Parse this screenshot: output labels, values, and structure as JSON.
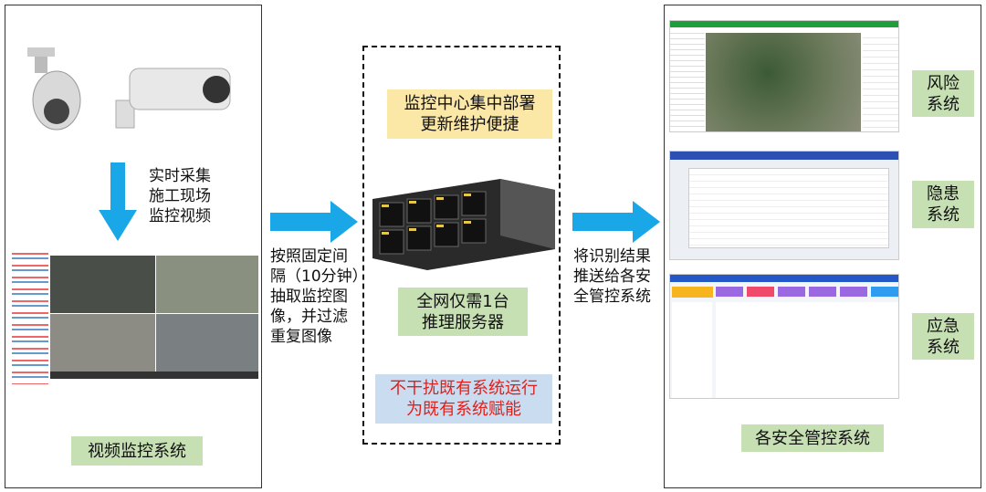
{
  "left": {
    "capture_text": [
      "实时采集",
      "施工现场",
      "监控视频"
    ],
    "label": "视频监控系统"
  },
  "arrow1_text": [
    "按照固定间",
    "隔（10分钟）",
    "抽取监控图",
    "像，并过滤",
    "重复图像"
  ],
  "center": {
    "top_note": [
      "监控中心集中部署",
      "更新维护便捷"
    ],
    "server_note": [
      "全网仅需1台",
      "推理服务器"
    ],
    "bottom_note": [
      "不干扰既有系统运行",
      "为既有系统赋能"
    ]
  },
  "arrow2_text": [
    "将识别结果",
    "推送给各安",
    "全管控系统"
  ],
  "right": {
    "systems": [
      [
        "风险",
        "系统"
      ],
      [
        "隐患",
        "系统"
      ],
      [
        "应急",
        "系统"
      ]
    ],
    "label": "各安全管控系统"
  },
  "colors": {
    "arrow": "#1aa7e8",
    "green": "#c6dfb3",
    "yellow": "#fbe7a6",
    "blue": "#c9dcf0",
    "red": "#e0201b"
  }
}
